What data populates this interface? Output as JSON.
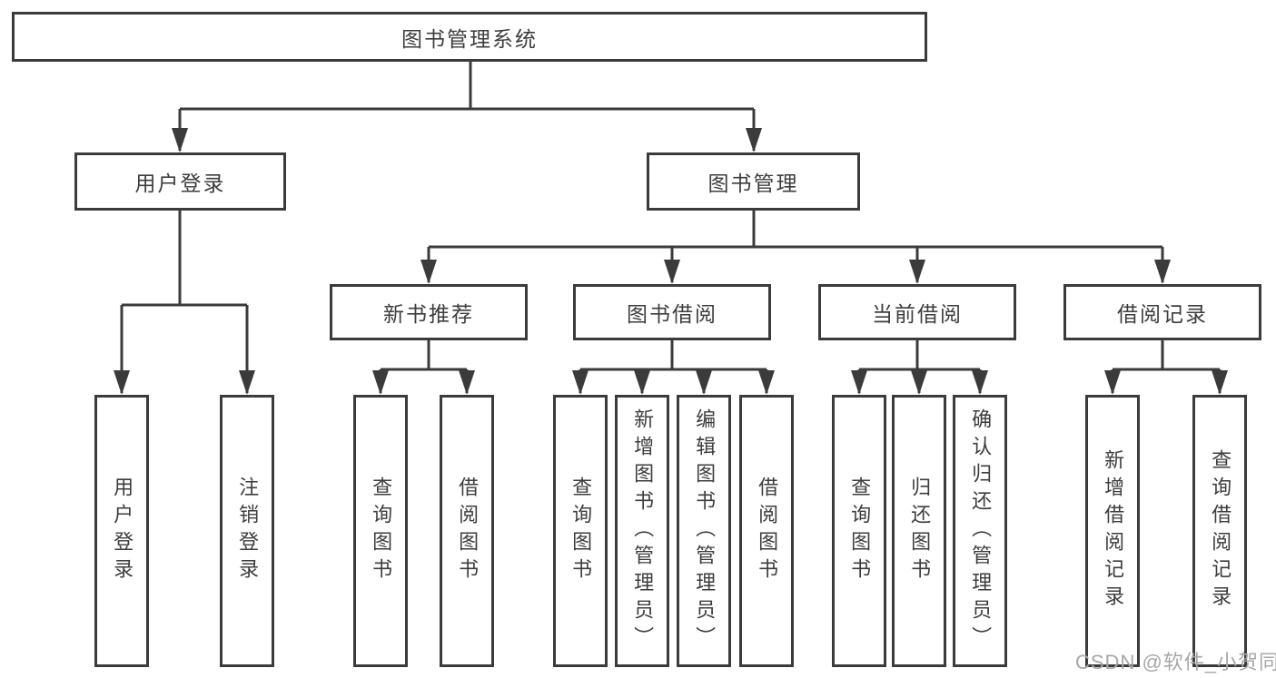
{
  "diagram": {
    "type": "tree",
    "title": "图书管理系统",
    "colors": {
      "border": "#3b3b3b",
      "text": "#3d3d3d",
      "background": "#ffffff",
      "watermark": "#a7a7a7"
    },
    "nodes": {
      "root": {
        "label": "图书管理系统"
      },
      "l2": [
        {
          "label": "用户登录",
          "parent": "图书管理系统"
        },
        {
          "label": "图书管理",
          "parent": "图书管理系统"
        }
      ],
      "l3": [
        {
          "label": "新书推荐",
          "parent": "图书管理"
        },
        {
          "label": "图书借阅",
          "parent": "图书管理"
        },
        {
          "label": "当前借阅",
          "parent": "图书管理"
        },
        {
          "label": "借阅记录",
          "parent": "图书管理"
        }
      ],
      "leaves": [
        {
          "label": "用户登录",
          "parent": "用户登录"
        },
        {
          "label": "注销登录",
          "parent": "用户登录"
        },
        {
          "label": "查询图书",
          "parent": "新书推荐"
        },
        {
          "label": "借阅图书",
          "parent": "新书推荐"
        },
        {
          "label": "查询图书",
          "parent": "图书借阅"
        },
        {
          "label": "新增图书（管理员）",
          "parent": "图书借阅"
        },
        {
          "label": "编辑图书（管理员）",
          "parent": "图书借阅"
        },
        {
          "label": "借阅图书",
          "parent": "图书借阅"
        },
        {
          "label": "查询图书",
          "parent": "当前借阅"
        },
        {
          "label": "归还图书",
          "parent": "当前借阅"
        },
        {
          "label": "确认归还（管理员）",
          "parent": "当前借阅"
        },
        {
          "label": "新增借阅记录",
          "parent": "借阅记录"
        },
        {
          "label": "查询借阅记录",
          "parent": "借阅记录"
        }
      ]
    },
    "watermark": "CSDN @软件_小贺同学"
  }
}
